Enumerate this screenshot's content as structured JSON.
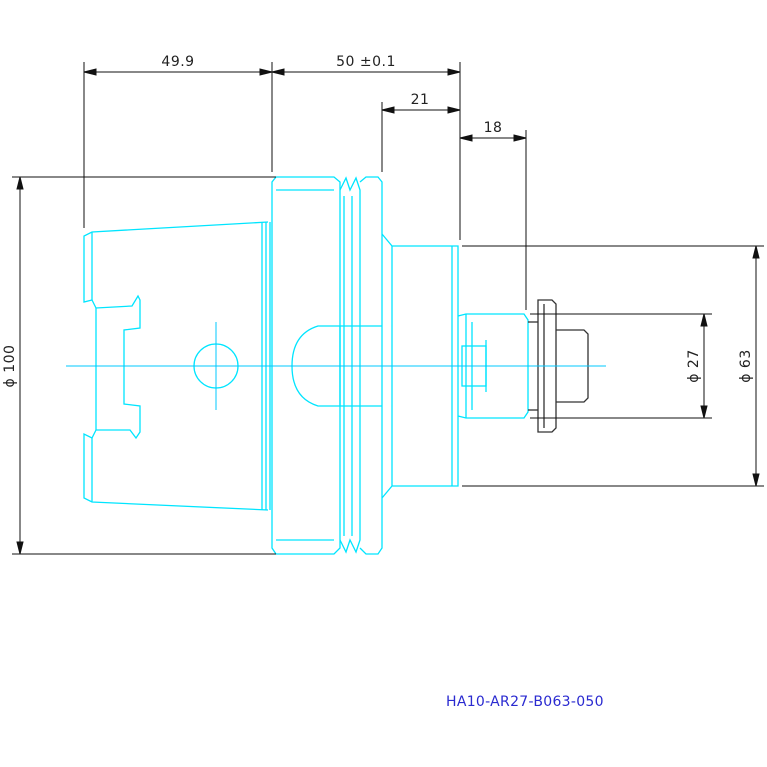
{
  "drawing": {
    "part_code": "HA10-AR27-B063-050",
    "colors": {
      "outline": "#00e5ff",
      "center_line": "#00c8ff",
      "dimension": "#111111",
      "label": "#2a2ad0"
    },
    "dimensions": {
      "flange_depth": "49.9",
      "gauge_length": "50 ±0.1",
      "body_length": "21",
      "pilot_length": "18",
      "flange_diameter": "ϕ 100",
      "body_diameter": "ϕ 63",
      "arbor_diameter": "ϕ 27"
    }
  }
}
